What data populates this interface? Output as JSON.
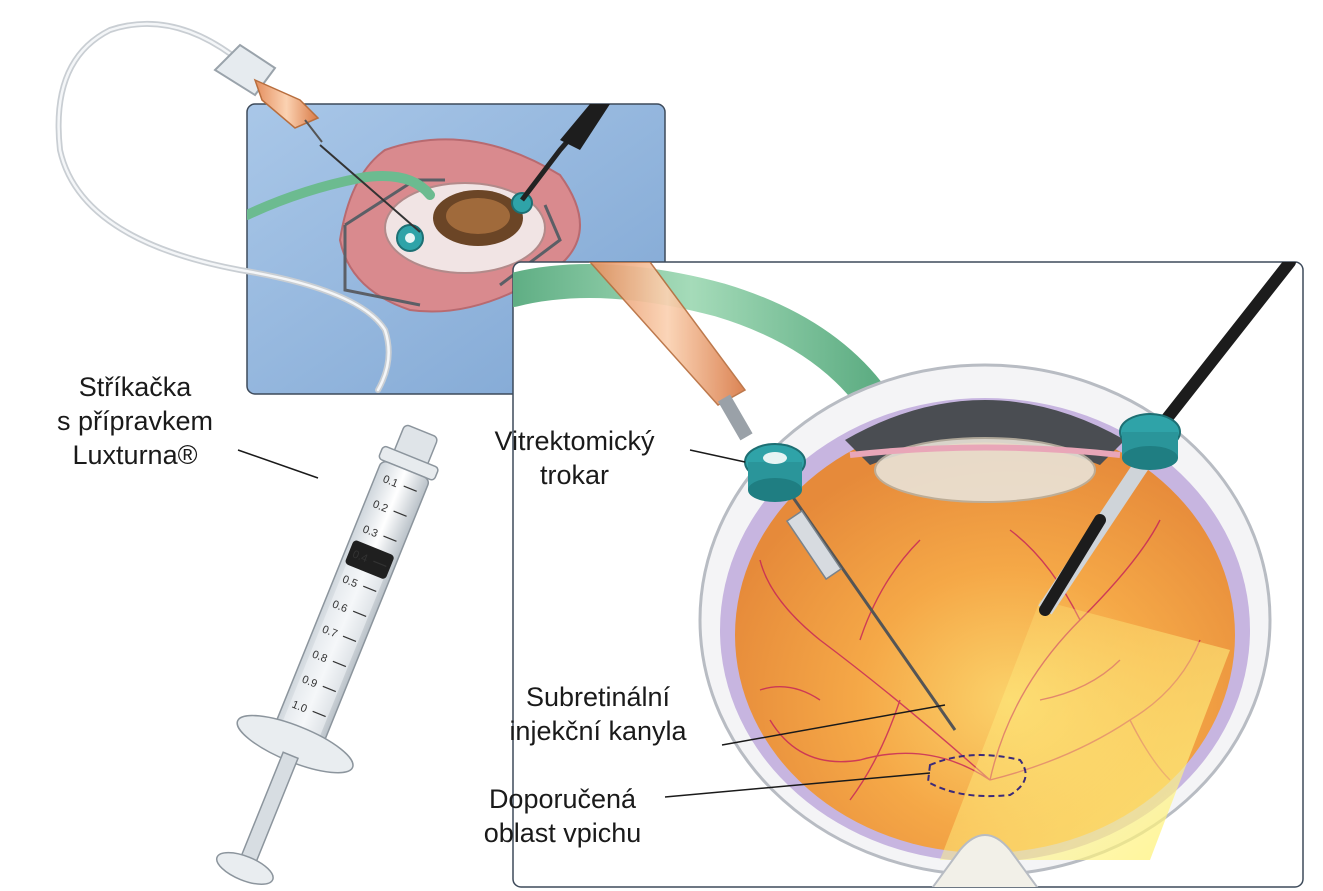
{
  "labels": {
    "syringe": {
      "line1": "Stříkačka",
      "line2": "s přípravkem",
      "line3": "Luxturna®"
    },
    "trocar": {
      "line1": "Vitrektomický",
      "line2": "trokar"
    },
    "cannula": {
      "line1": "Subretinální",
      "line2": "injekční kanyla"
    },
    "area": {
      "line1": "Doporučená",
      "line2": "oblast vpichu"
    }
  },
  "syringe_scale": [
    "0.1",
    "0.2",
    "0.3",
    "0.4",
    "0.5",
    "0.6",
    "0.7",
    "0.8",
    "0.9",
    "1.0"
  ],
  "colors": {
    "drape_blue": "#8fb4dc",
    "eyelid_pink": "#d98a8e",
    "tube_green": "#7cc39b",
    "trocar_teal": "#2fa3a8",
    "needle_hub_orange": "#e8a070",
    "retina_orange": "#f2a24a",
    "vessel_red": "#c2185b",
    "sclera_purple": "#b9a6d6",
    "light_yellow": "#fff27a"
  }
}
